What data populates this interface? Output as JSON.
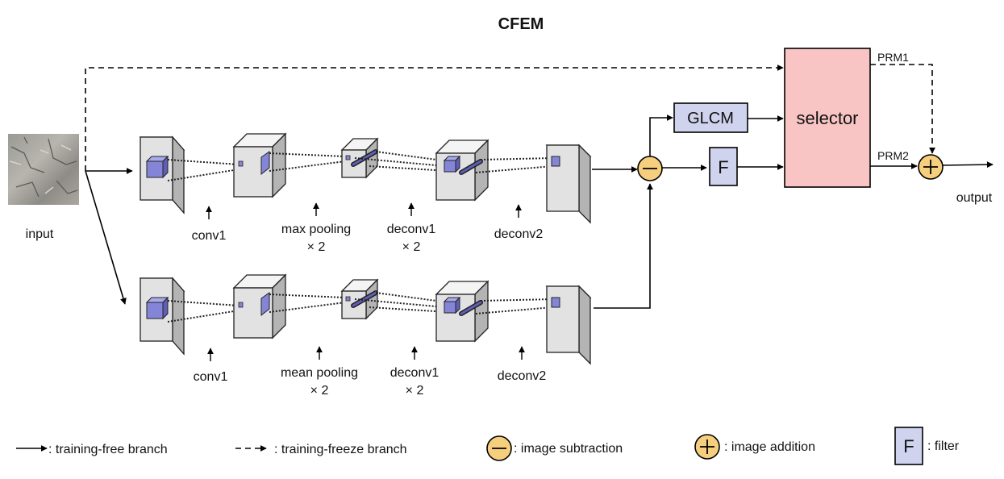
{
  "title": "CFEM",
  "input_label": "input",
  "output_label": "output",
  "top_branch": {
    "labels": [
      "conv1",
      "max pooling",
      "× 2",
      "deconv1",
      "× 2",
      "deconv2"
    ]
  },
  "bottom_branch": {
    "labels": [
      "conv1",
      "mean pooling",
      "× 2",
      "deconv1",
      "× 2",
      "deconv2"
    ]
  },
  "glcm_label": "GLCM",
  "filter_label": "F",
  "selector_label": "selector",
  "prm1_label": "PRM1",
  "prm2_label": "PRM2",
  "legend": {
    "solid": ":  training-free branch",
    "dashed": ":  training-freeze branch",
    "subtraction": ":  image subtraction",
    "addition": ":  image addition",
    "filter_symbol": "F",
    "filter": ":  filter"
  },
  "colors": {
    "cube_face": "#e2e2e2",
    "cube_side": "#b4b4b4",
    "cube_top": "#f4f4f4",
    "kernel": "#8585d8",
    "glcm_fill": "#cfd3ee",
    "selector_fill": "#f9c4c4",
    "op_fill": "#f5cf7e"
  }
}
